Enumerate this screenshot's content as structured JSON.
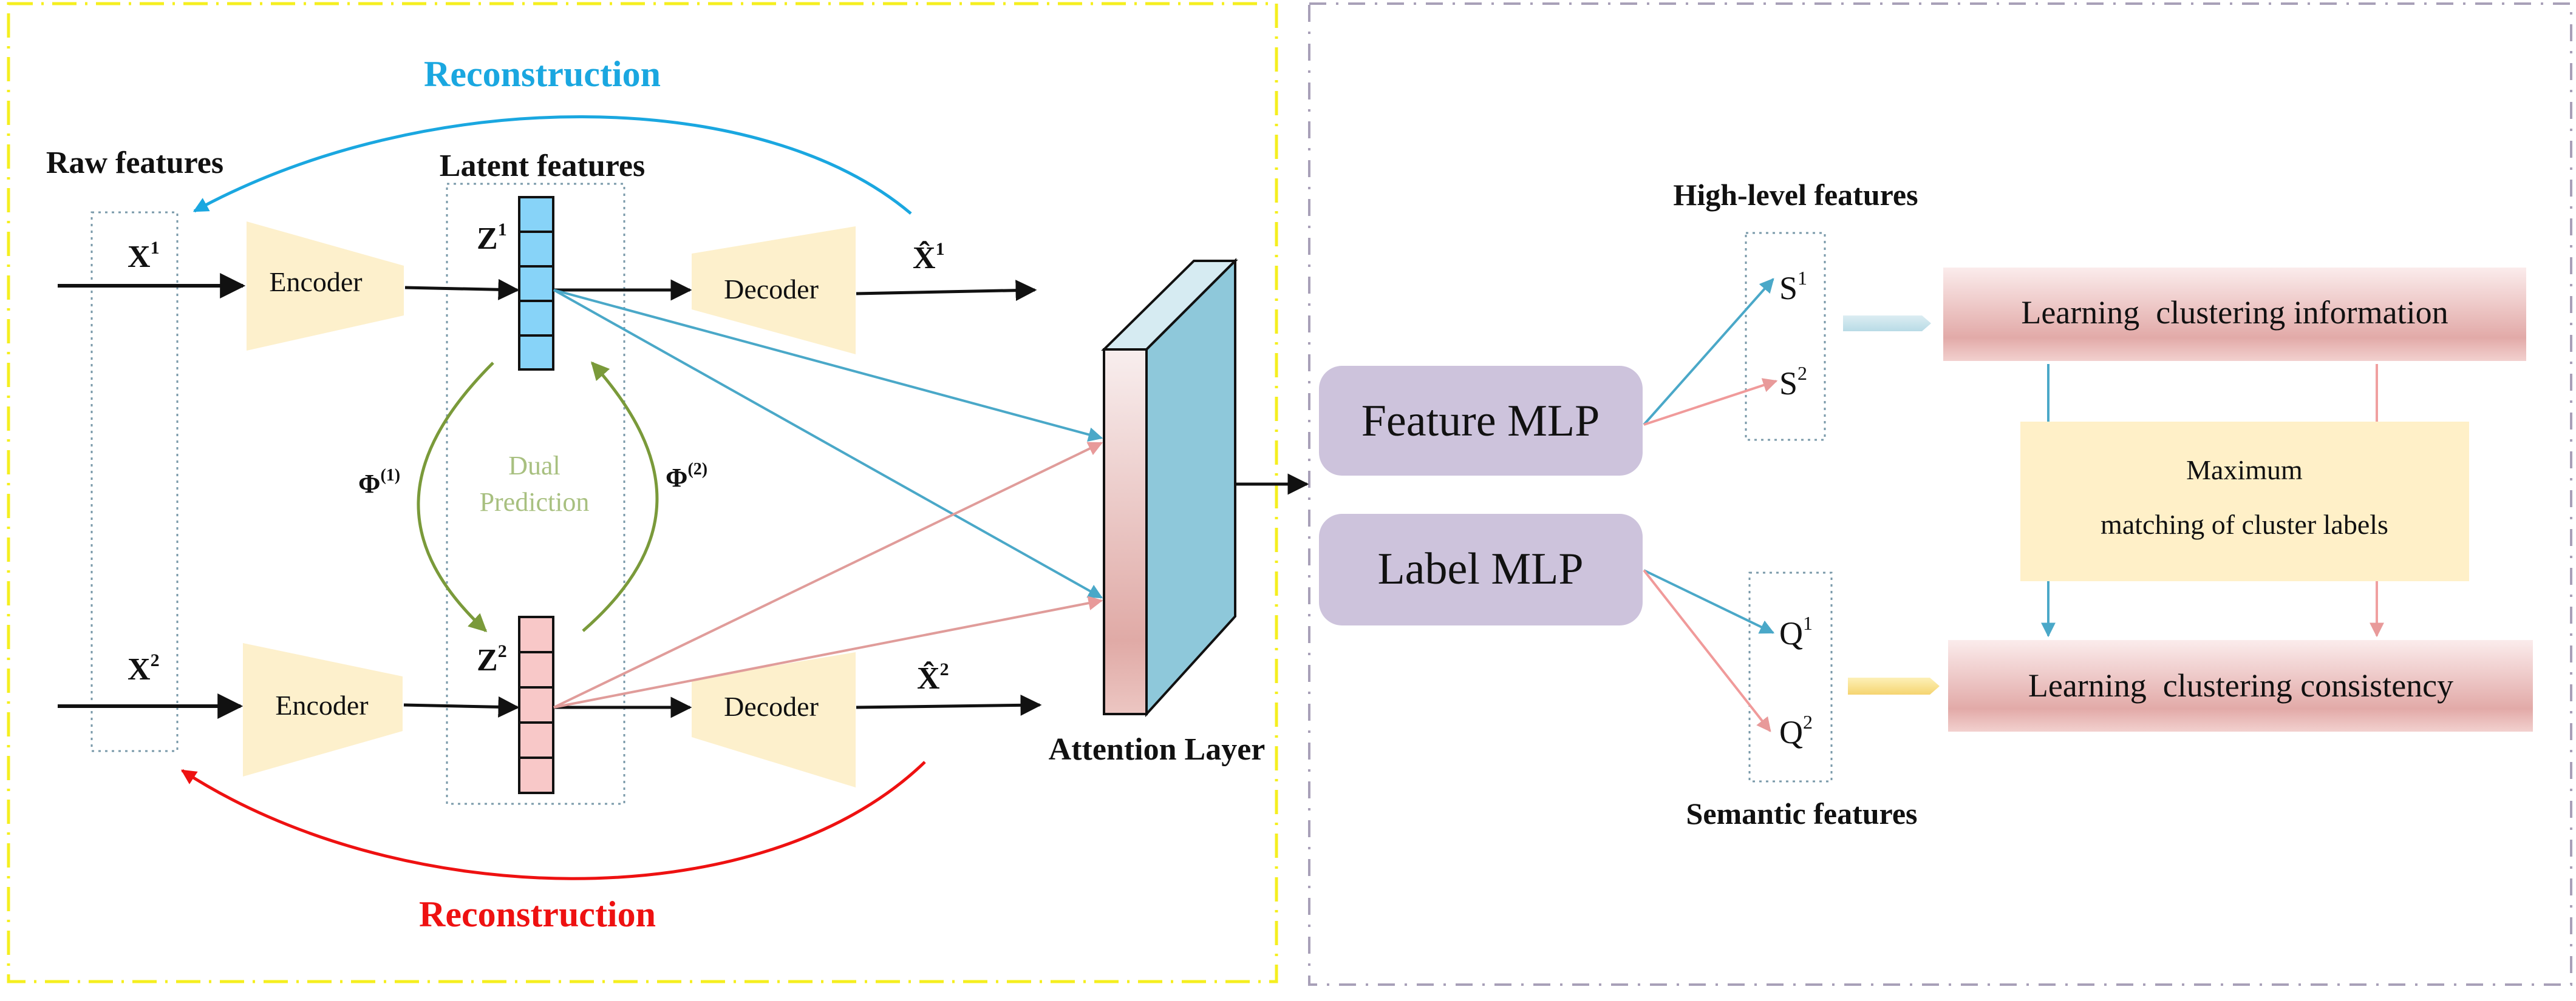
{
  "left_panel": {
    "reconstruction_top": {
      "label": "Reconstruction",
      "color": "#1aa7e0"
    },
    "reconstruction_bottom": {
      "label": "Reconstruction",
      "color": "#ee1111"
    },
    "raw_features_label": "Raw features",
    "latent_features_label": "Latent features",
    "view1": {
      "input": "X",
      "input_sup": "1",
      "encoder": "Encoder",
      "latent": "Z",
      "latent_sup": "1",
      "decoder": "Decoder",
      "output": "X̂",
      "output_sup": "1"
    },
    "view2": {
      "input": "X",
      "input_sup": "2",
      "encoder": "Encoder",
      "latent": "Z",
      "latent_sup": "2",
      "decoder": "Decoder",
      "output": "X̂",
      "output_sup": "2"
    },
    "dual_prediction": {
      "line1": "Dual",
      "line2": "Prediction",
      "color": "#7a9a3a"
    },
    "phi1": {
      "symbol": "Φ",
      "sup": "(1)"
    },
    "phi2": {
      "symbol": "Φ",
      "sup": "(2)"
    },
    "attention_label": "Attention Layer"
  },
  "right_panel": {
    "high_level_label": "High-level features",
    "semantic_label": "Semantic features",
    "feature_mlp": "Feature MLP",
    "label_mlp": "Label MLP",
    "s1": {
      "base": "S",
      "sup": "1"
    },
    "s2": {
      "base": "S",
      "sup": "2"
    },
    "q1": {
      "base": "Q",
      "sup": "1"
    },
    "q2": {
      "base": "Q",
      "sup": "2"
    },
    "clustering_information": "Learning  clustering information",
    "clustering_consistency": "Learning  clustering consistency",
    "matching_line1": "Maximum",
    "matching_line2": "matching of cluster labels"
  },
  "colors": {
    "view1_blue": "#4aa8c8",
    "view2_pink": "#e89a9a",
    "latent_blue_fill": "#87d3f8",
    "latent_pink_fill": "#f8c8c8",
    "coder_fill": "#fdf0cc",
    "mlp_fill": "#cdc3dc",
    "matching_fill": "#fff0c8",
    "left_border": "#f5ef1f",
    "right_border": "#a8a0b8"
  }
}
